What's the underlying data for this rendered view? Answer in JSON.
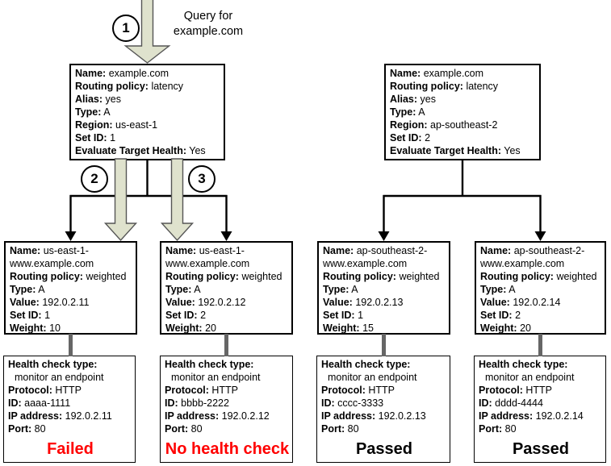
{
  "query": {
    "line1": "Query for",
    "line2": "example.com"
  },
  "steps": [
    {
      "label": "1"
    },
    {
      "label": "2"
    },
    {
      "label": "3"
    }
  ],
  "field_labels": {
    "name": "Name:",
    "routing_policy": "Routing policy:",
    "alias": "Alias:",
    "type": "Type:",
    "region": "Region:",
    "set_id": "Set ID:",
    "evaluate_target_health": "Evaluate Target Health:",
    "value": "Value:",
    "weight": "Weight:",
    "health_check_type": "Health check type:",
    "protocol": "Protocol:",
    "id": "ID:",
    "ip_address": "IP address:",
    "port": "Port:"
  },
  "latency_records": [
    {
      "name": "example.com",
      "routing_policy": "latency",
      "alias": "yes",
      "type": "A",
      "region": "us-east-1",
      "set_id": "1",
      "evaluate_target_health": "Yes"
    },
    {
      "name": "example.com",
      "routing_policy": "latency",
      "alias": "yes",
      "type": "A",
      "region": "ap-southeast-2",
      "set_id": "2",
      "evaluate_target_health": "Yes"
    }
  ],
  "weighted_records": [
    {
      "name": "us-east-1-www.example.com",
      "routing_policy": "weighted",
      "type": "A",
      "value": "192.0.2.11",
      "set_id": "1",
      "weight": "10"
    },
    {
      "name": "us-east-1-www.example.com",
      "routing_policy": "weighted",
      "type": "A",
      "value": "192.0.2.12",
      "set_id": "2",
      "weight": "20"
    },
    {
      "name": "ap-southeast-2-www.example.com",
      "routing_policy": "weighted",
      "type": "A",
      "value": "192.0.2.13",
      "set_id": "1",
      "weight": "15"
    },
    {
      "name": "ap-southeast-2-www.example.com",
      "routing_policy": "weighted",
      "type": "A",
      "value": "192.0.2.14",
      "set_id": "2",
      "weight": "20"
    }
  ],
  "health_checks": [
    {
      "check_type": "monitor an endpoint",
      "protocol": "HTTP",
      "id": "aaaa-1111",
      "ip_address": "192.0.2.11",
      "port": "80",
      "status": "Failed",
      "status_color": "#ff0000"
    },
    {
      "check_type": "monitor an endpoint",
      "protocol": "HTTP",
      "id": "bbbb-2222",
      "ip_address": "192.0.2.12",
      "port": "80",
      "status": "No health check",
      "status_color": "#ff0000"
    },
    {
      "check_type": "monitor an endpoint",
      "protocol": "HTTP",
      "id": "cccc-3333",
      "ip_address": "192.0.2.13",
      "port": "80",
      "status": "Passed",
      "status_color": "#000000"
    },
    {
      "check_type": "monitor an endpoint",
      "protocol": "HTTP",
      "id": "dddd-4444",
      "ip_address": "192.0.2.14",
      "port": "80",
      "status": "Passed",
      "status_color": "#000000"
    }
  ],
  "colors": {
    "arrow_fill": "#dfe2cd",
    "arrow_stroke": "#555555",
    "connector_black": "#000000",
    "connector_gray": "#666666"
  }
}
